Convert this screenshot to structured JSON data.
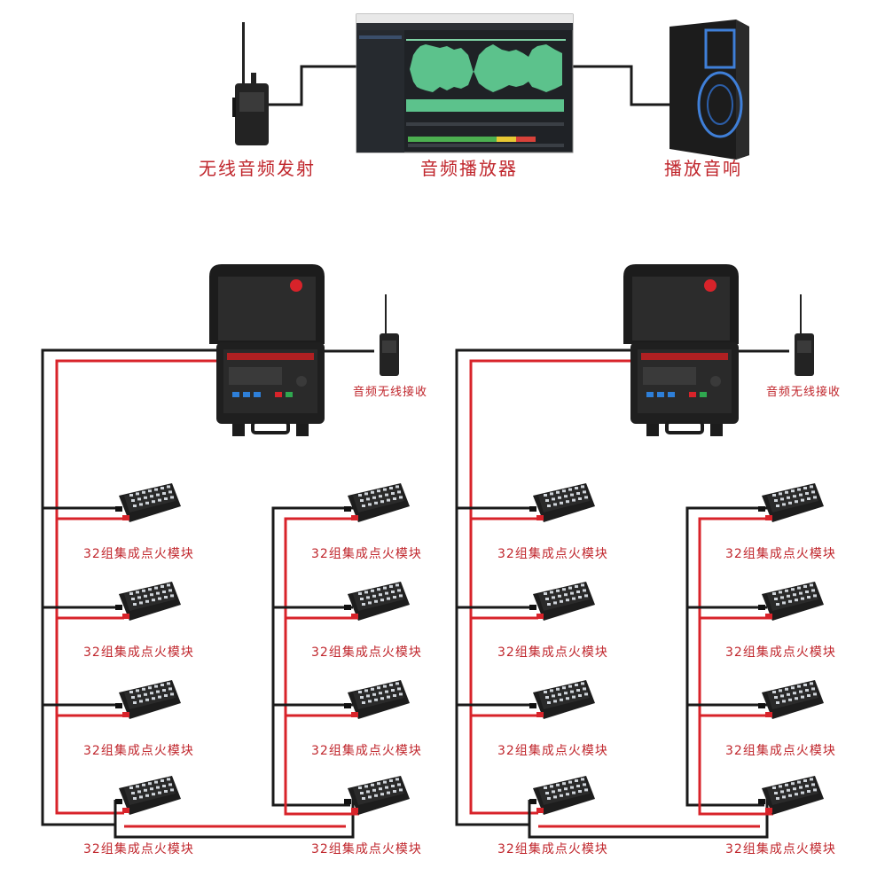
{
  "top": {
    "transmitter_label": "无线音频发射",
    "player_label": "音频播放器",
    "speaker_label": "播放音响"
  },
  "systems": [
    {
      "receiver_label": "音频无线接收",
      "modules": [
        "32组集成点火模块",
        "32组集成点火模块",
        "32组集成点火模块",
        "32组集成点火模块",
        "32组集成点火模块",
        "32组集成点火模块",
        "32组集成点火模块",
        "32组集成点火模块"
      ]
    },
    {
      "receiver_label": "音频无线接收",
      "modules": [
        "32组集成点火模块",
        "32组集成点火模块",
        "32组集成点火模块",
        "32组集成点火模块",
        "32组集成点火模块",
        "32组集成点火模块",
        "32组集成点火模块",
        "32组集成点火模块"
      ]
    }
  ],
  "colors": {
    "label_red": "#c0262c",
    "wire_red": "#d8232a",
    "wire_black": "#1a1a1a",
    "waveform_green": "#5cc28c",
    "device_dark": "#1e1e1e"
  }
}
